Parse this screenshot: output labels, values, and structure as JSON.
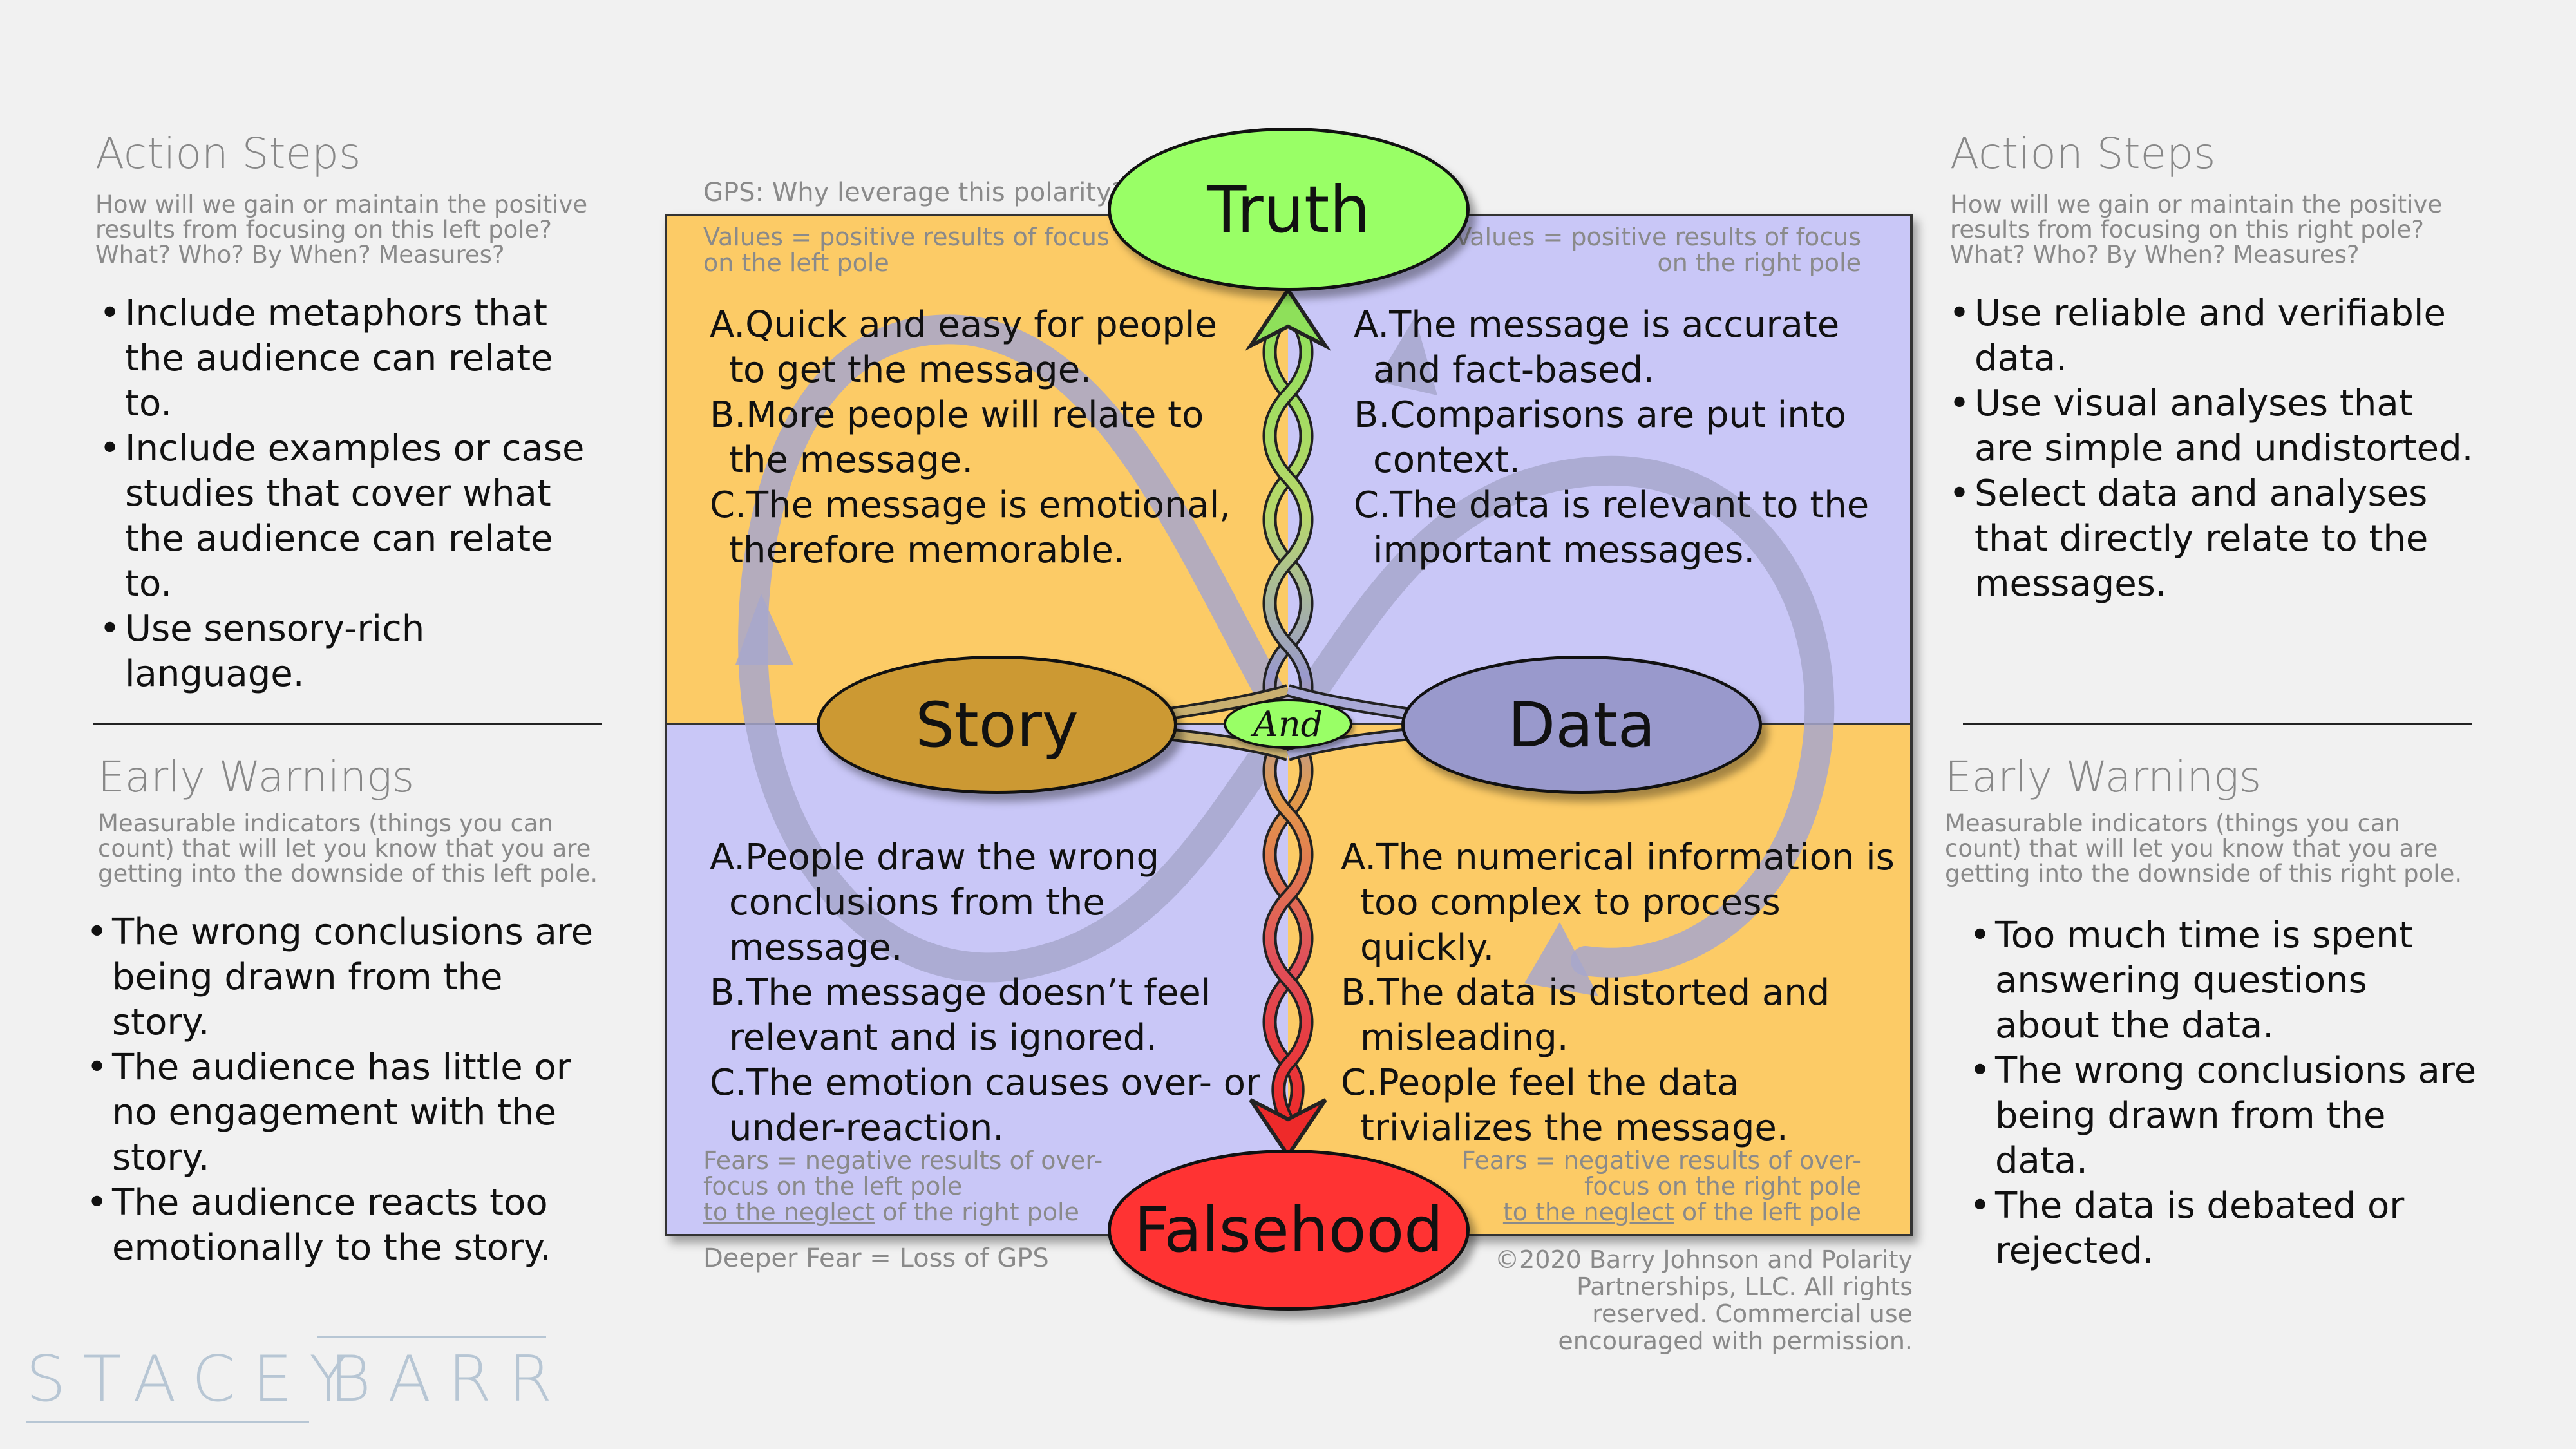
{
  "left_panel": {
    "action_steps": {
      "title": "Action Steps",
      "subtitle": "How will we gain or maintain the positive results from focusing on this left pole? What? Who? By When? Measures?",
      "items": [
        "Include metaphors that the audience can relate to.",
        "Include examples or case studies that cover what the audience can relate to.",
        "Use sensory-rich language."
      ]
    },
    "early_warnings": {
      "title": "Early Warnings",
      "subtitle": "Measurable indicators (things you can count) that will let you know that you are getting into the downside of this left pole.",
      "items": [
        "The wrong conclusions are being drawn from the story.",
        "The audience has little or no engagement with the story.",
        "The audience reacts too emotionally to the story."
      ]
    }
  },
  "right_panel": {
    "action_steps": {
      "title": "Action Steps",
      "subtitle": "How will we gain or maintain the positive results from focusing on this right pole? What? Who? By When? Measures?",
      "items": [
        "Use reliable and verifiable data.",
        "Use visual analyses that are simple and undistorted.",
        "Select data and analyses that directly relate to the messages."
      ]
    },
    "early_warnings": {
      "title": "Early Warnings",
      "subtitle": "Measurable indicators (things you can count) that will let you know that you are getting into the downside of this right pole.",
      "items": [
        "Too much time is spent answering questions about the data.",
        "The wrong conclusions are being drawn from the data.",
        "The data is debated or rejected."
      ]
    }
  },
  "map": {
    "gps_label": "GPS: Why leverage this polarity?",
    "deeper_fear": "Deeper Fear = Loss of GPS",
    "truth": "Truth",
    "falsehood": "Falsehood",
    "story": "Story",
    "data": "Data",
    "and": "And",
    "values_left": "Values = positive results of focus on the left pole",
    "values_right": "Values = positive results of focus on the right pole",
    "fears_left_1": "Fears = negative results of over-focus on the left pole",
    "fears_left_neglect": "to the neglect",
    "fears_left_rest": " of the right pole",
    "fears_right_1": "Fears = negative results of over-focus on the right pole",
    "fears_right_neglect": "to the neglect",
    "fears_right_rest": " of the left pole",
    "upper_left": [
      "A.Quick and easy for people to get the message.",
      "B.More people will relate to the message.",
      "C.The message is emotional, therefore memorable."
    ],
    "upper_right": [
      "A.The message is accurate and fact-based.",
      "B.Comparisons are put into context.",
      "C.The data is relevant to the important messages."
    ],
    "lower_left": [
      "A.People draw the wrong conclusions from the message.",
      "B.The message doesn’t feel relevant and is ignored.",
      "C.The emotion causes over- or under-reaction."
    ],
    "lower_right": [
      "A.The numerical information is too complex to process quickly.",
      "B.The data is distorted and misleading.",
      "C.People feel the data trivializes the message."
    ],
    "copyright": "©2020 Barry Johnson and Polarity Partnerships, LLC. All rights reserved. Commercial use encouraged with permission."
  },
  "brand": {
    "left": "STACEY",
    "right": "BARR"
  },
  "colors": {
    "orange": "#fccb66",
    "lavender": "#c9c7f7",
    "truth": "#99ff66",
    "falsehood": "#ff3333",
    "story": "#cc9933",
    "data": "#9999cc"
  }
}
